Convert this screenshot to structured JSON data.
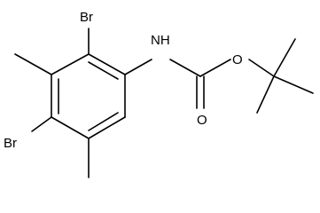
{
  "structure": {
    "atom_labels": {
      "br_top": "Br",
      "br_left": "Br",
      "nh": "NH",
      "o_ester": "O",
      "o_carbonyl": "O"
    },
    "colors": {
      "bond": "#000000",
      "text": "#000000",
      "background": "#ffffff"
    }
  }
}
